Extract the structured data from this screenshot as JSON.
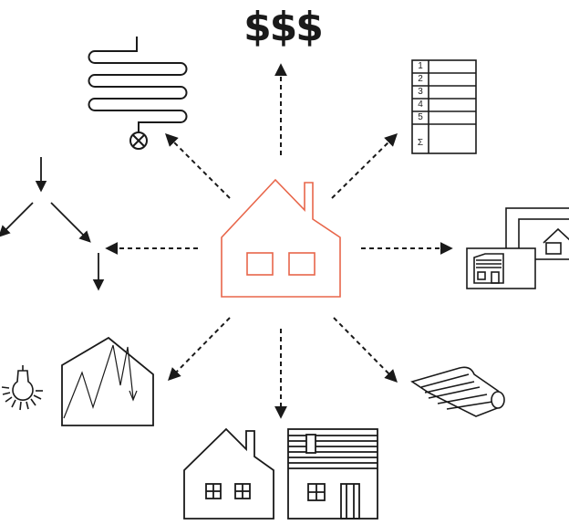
{
  "diagram": {
    "cost_label": "$$$",
    "table_rows": [
      "1",
      "2",
      "3",
      "4",
      "5",
      "",
      "Σ"
    ]
  },
  "colors": {
    "center_house": "#e8664a",
    "lines": "#1a1a1a",
    "background": "#ffffff"
  }
}
